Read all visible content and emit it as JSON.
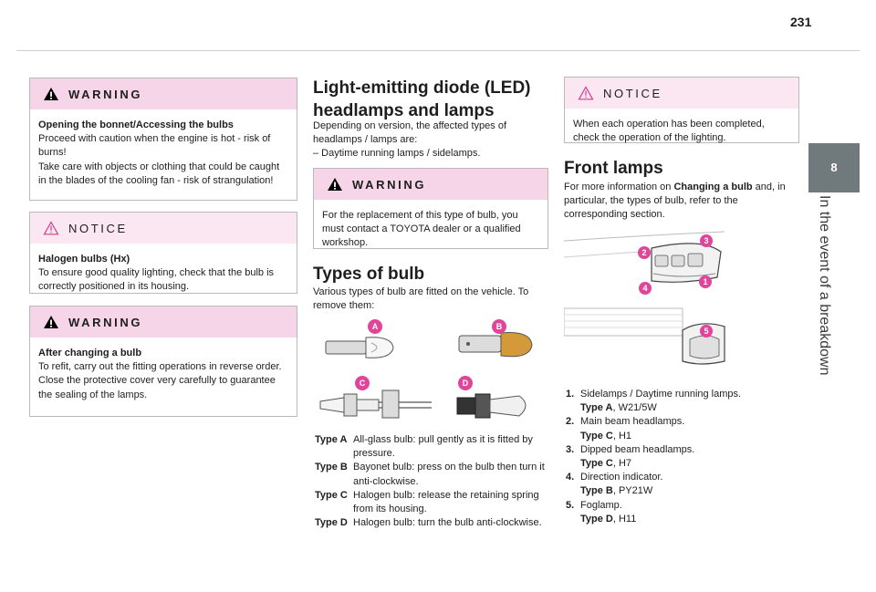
{
  "page_number": "231",
  "chapter": {
    "number": "8",
    "title": "In the event of a breakdown"
  },
  "left_column": {
    "warning1": {
      "heading": "WARNING",
      "bold_line": "Opening the bonnet/Accessing the bulbs",
      "text1": "Proceed with caution when the engine is hot - risk of burns!",
      "text2": "Take care with objects or clothing that could be caught in the blades of the cooling fan - risk of strangulation!"
    },
    "notice1": {
      "heading": "NOTICE",
      "bold_line": "Halogen bulbs (Hx)",
      "text1": "To ensure good quality lighting, check that the bulb is correctly positioned in its housing."
    },
    "warning2": {
      "heading": "WARNING",
      "bold_line": "After changing a bulb",
      "text1": "To refit, carry out the fitting operations in reverse order.",
      "text2": "Close the protective cover very carefully to guarantee the sealing of the lamps."
    }
  },
  "middle_column": {
    "title_line1": "Light-emitting diode (LED)",
    "title_line2": "headlamps and lamps",
    "intro": "Depending on version, the affected types of headlamps / lamps are:",
    "dash_item": "– Daytime running lamps / sidelamps.",
    "warning": {
      "heading": "WARNING",
      "text1": "For the replacement of this type of bulb, you must contact a TOYOTA dealer or a qualified workshop."
    },
    "types_title": "Types of bulb",
    "types_intro": "Various types of bulb are fitted on the vehicle. To remove them:",
    "bulb_markers": [
      "A",
      "B",
      "C",
      "D"
    ],
    "types": [
      {
        "label": "Type A",
        "text": "All-glass bulb: pull gently as it is fitted by pressure."
      },
      {
        "label": "Type B",
        "text": "Bayonet bulb: press on the bulb then turn it anti-clockwise."
      },
      {
        "label": "Type C",
        "text": "Halogen bulb: release the retaining spring from its housing."
      },
      {
        "label": "Type D",
        "text": "Halogen bulb: turn the bulb anti-clockwise."
      }
    ]
  },
  "right_column": {
    "notice": {
      "heading": "NOTICE",
      "text1": "When each operation has been completed, check the operation of the lighting."
    },
    "front_title": "Front lamps",
    "front_intro_pre": "For more information on ",
    "front_intro_bold": "Changing a bulb",
    "front_intro_post": " and, in particular, the types of bulb, refer to the corresponding section.",
    "lamp_markers": [
      "1",
      "2",
      "3",
      "4",
      "5"
    ],
    "lamps": [
      {
        "num": "1.",
        "name": "Sidelamps / Daytime running lamps.",
        "type": "Type A",
        "code": ", W21/5W"
      },
      {
        "num": "2.",
        "name": "Main beam headlamps.",
        "type": "Type C",
        "code": ", H1"
      },
      {
        "num": "3.",
        "name": "Dipped beam headlamps.",
        "type": "Type C",
        "code": ", H7"
      },
      {
        "num": "4.",
        "name": "Direction indicator.",
        "type": "Type B",
        "code": ", PY21W"
      },
      {
        "num": "5.",
        "name": "Foglamp.",
        "type": "Type D",
        "code": ", H11"
      }
    ]
  },
  "colors": {
    "warning_bg": "#f6d5e8",
    "notice_bg": "#fbe7f2",
    "marker": "#e0459a",
    "tab": "#707a7c"
  },
  "icons": {
    "warning": "warning-triangle-icon",
    "notice": "notice-triangle-icon"
  }
}
